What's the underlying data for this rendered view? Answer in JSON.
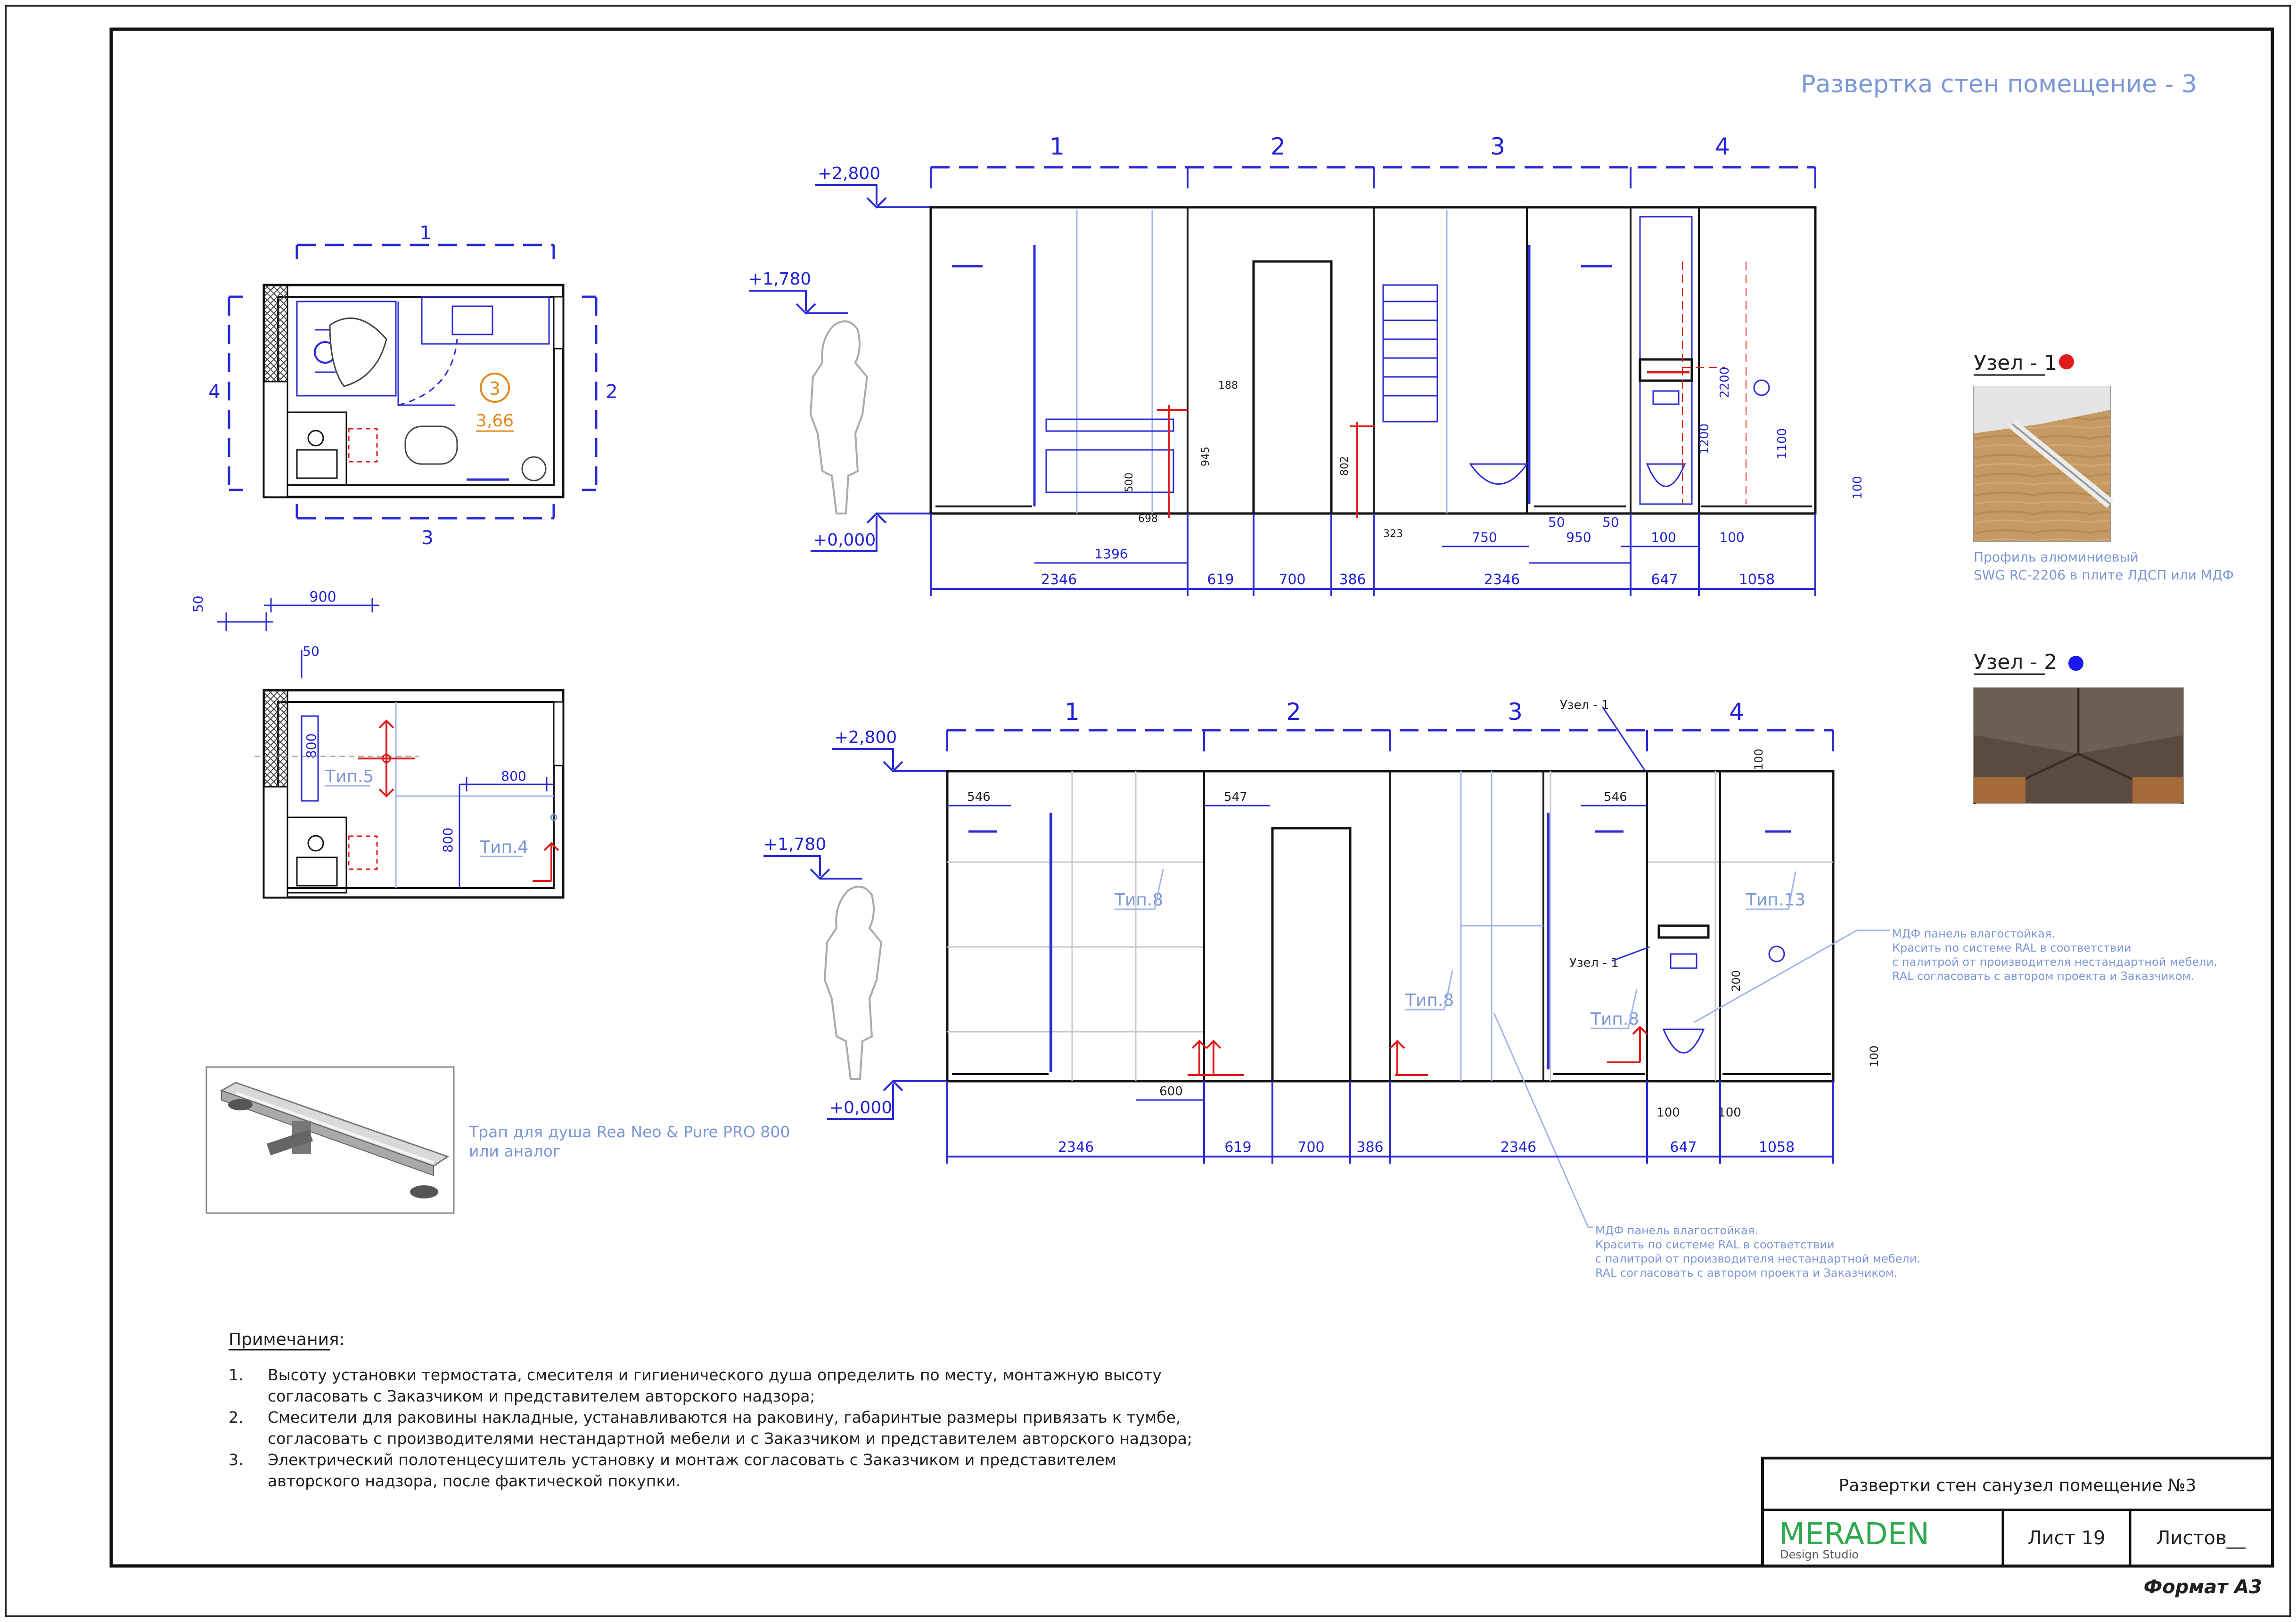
{
  "sheet_title": "Развертка стен помещение - 3",
  "plan": {
    "wall_labels": [
      "1",
      "2",
      "3",
      "4"
    ],
    "room_number": "3",
    "room_area": "3,66",
    "tile_plan": {
      "dims": [
        "50",
        "900",
        "50",
        "800",
        "800",
        "800"
      ],
      "tiles": [
        "Тип.5",
        "Тип.4"
      ]
    }
  },
  "elevation_top": {
    "segments": [
      "1",
      "2",
      "3",
      "4"
    ],
    "levels": [
      "+2,800",
      "+1,780",
      "+0,000"
    ],
    "dims_bottom": [
      "2346",
      "619",
      "700",
      "386",
      "2346",
      "647",
      "1058"
    ],
    "dims_mid": [
      "1396",
      "750",
      "950",
      "100",
      "100"
    ],
    "dims_small": [
      "188",
      "945",
      "500",
      "698",
      "802",
      "323",
      "50",
      "50",
      "1200",
      "2200",
      "1100",
      "100"
    ]
  },
  "elevation_bottom": {
    "segments": [
      "1",
      "2",
      "3",
      "4"
    ],
    "levels": [
      "+2,800",
      "+1,780",
      "+0,000"
    ],
    "dims_bottom": [
      "2346",
      "619",
      "700",
      "386",
      "2346",
      "647",
      "1058"
    ],
    "dims_top": [
      "546",
      "547",
      "546",
      "100",
      "600",
      "100",
      "100",
      "200",
      "100"
    ],
    "tiles": [
      "Тип.8",
      "Тип.8",
      "Тип.8",
      "Тип.13"
    ],
    "node_label": "Узел - 1",
    "mdf_note": [
      "МДФ панель влагостойкая.",
      "Красить по системе RAL в соответствии",
      "с палитрой от производителя нестандартной мебели.",
      "RAL согласовать с автором проекта и Заказчиком."
    ]
  },
  "nodes": [
    {
      "title": "Узел - 1",
      "color": "#e01a1a",
      "caption": [
        "Профиль алюминиевый",
        "SWG RC-2206 в плите ЛДСП или МДФ"
      ]
    },
    {
      "title": "Узел - 2",
      "color": "#1a1aee",
      "caption": []
    }
  ],
  "drain_caption": [
    "Трап для душа Rea Neo & Pure PRO 800",
    "или аналог"
  ],
  "notes": {
    "title": "Примечания:",
    "items": [
      {
        "num": "1.",
        "lines": [
          "Высоту установки термостата, смесителя и гигиенического душа определить по месту, монтажную высоту",
          "согласовать с Заказчиком и представителем авторского надзора;"
        ]
      },
      {
        "num": "2.",
        "lines": [
          "Смесители для раковины накладные, устанавливаются на раковину, габаринтые размеры привязать к тумбе,",
          "согласовать с производителями нестандартной мебели и с Заказчиком и представителем авторского надзора;"
        ]
      },
      {
        "num": "3.",
        "lines": [
          "Электрический полотенцесушитель установку и монтаж согласовать с Заказчиком и представителем",
          "авторского надзора, после фактической покупки."
        ]
      }
    ]
  },
  "title_block": {
    "title": "Развертки стен санузел помещение №3",
    "brand": "MERADEN",
    "brand_sub": "Design Studio",
    "sheet": "Лист 19",
    "sheets": "Листов__",
    "format": "Формат А3"
  },
  "colors": {
    "dimension": "#2a2ad6",
    "light_blue": "#7b97d6",
    "red": "#e01a1a",
    "orange": "#e08a1a",
    "brand_green": "#2fa84f"
  }
}
